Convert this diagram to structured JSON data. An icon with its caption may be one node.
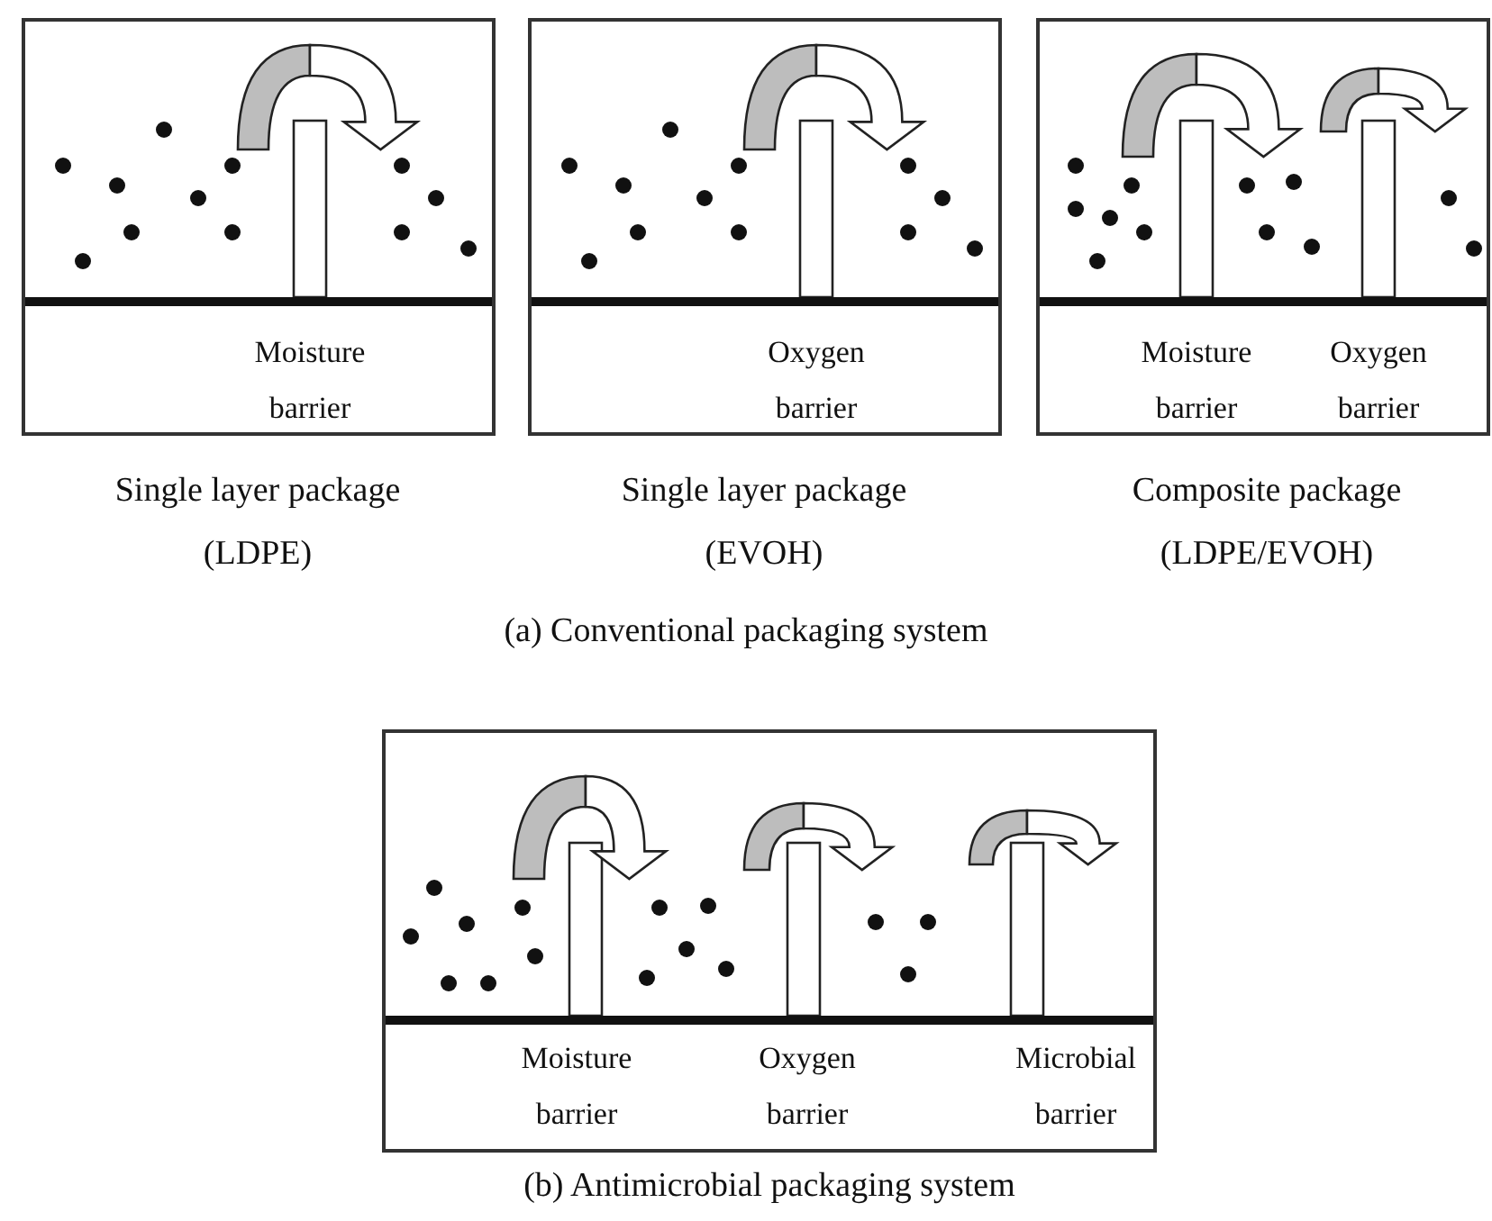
{
  "diagram": {
    "nodes": [
      {
        "text": [
          "Moisture barrier"
        ],
        "beside": [
          "Single layer package (LDPE)"
        ]
      },
      {
        "text": [
          "Oxygen barrier"
        ],
        "beside": [
          "Single layer package (EVOH)"
        ]
      },
      {
        "text": [
          "Moisture barrier",
          "Oxygen barrier"
        ],
        "beside": [
          "Composite package (LDPE/EVOH)"
        ]
      },
      {
        "text": [
          "Moisture barrier",
          "Oxygen barrier",
          "Microbial barrier"
        ]
      }
    ],
    "labels": [
      "(a) Conventional packaging system",
      "(b) Antimicrobial packaging system"
    ]
  }
}
